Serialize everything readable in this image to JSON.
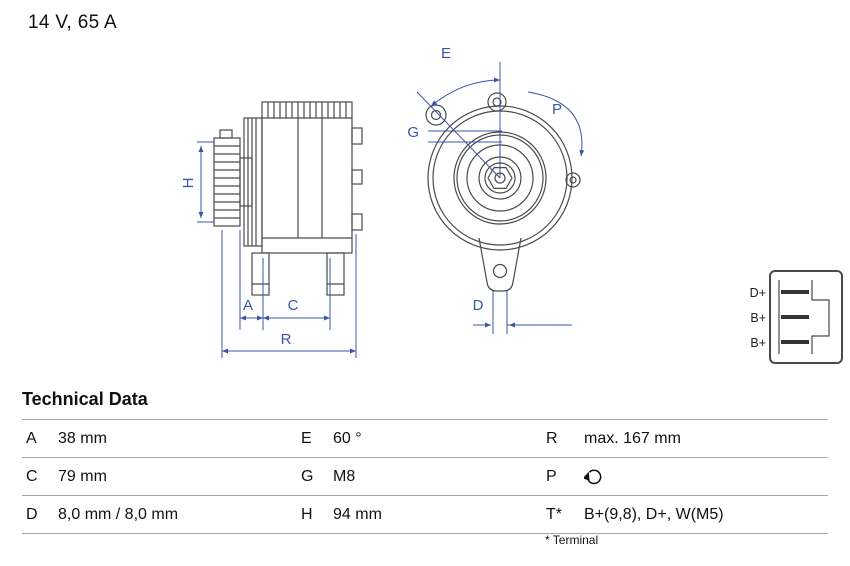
{
  "title": "14 V, 65 A",
  "drawing": {
    "dim_labels": {
      "H": "H",
      "A": "A",
      "C": "C",
      "R": "R",
      "E": "E",
      "G": "G",
      "P": "P",
      "D": "D"
    },
    "connector_pins": [
      "D+",
      "B+",
      "B+"
    ]
  },
  "technical_data": {
    "heading": "Technical Data",
    "rows": [
      [
        {
          "k": "A",
          "v": "38 mm"
        },
        {
          "k": "E",
          "v": "60 °"
        },
        {
          "k": "R",
          "v": "max. 167 mm"
        }
      ],
      [
        {
          "k": "C",
          "v": "79 mm"
        },
        {
          "k": "G",
          "v": "M8"
        },
        {
          "k": "P",
          "v": "",
          "icon": "rotation-clockwise-icon"
        }
      ],
      [
        {
          "k": "D",
          "v": "8,0 mm / 8,0 mm"
        },
        {
          "k": "H",
          "v": "94 mm"
        },
        {
          "k": "T*",
          "v": "B+(9,8), D+, W(M5)"
        }
      ]
    ],
    "footnote": "* Terminal"
  },
  "colors": {
    "dimension_blue": "#3a56a8",
    "outline_gray": "#4a4a4a",
    "table_border": "#a6a6a6"
  }
}
